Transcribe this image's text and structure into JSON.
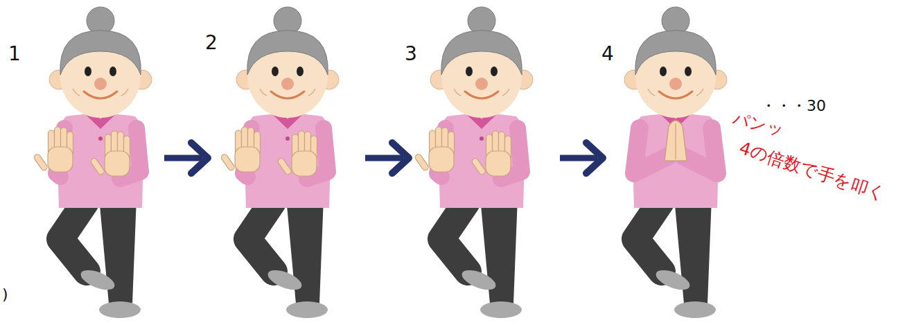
{
  "diagram": {
    "labels": [
      "1",
      "2",
      "3",
      "4",
      "・・・30",
      "パンッ",
      "4の倍数で手を叩く",
      ")"
    ]
  }
}
